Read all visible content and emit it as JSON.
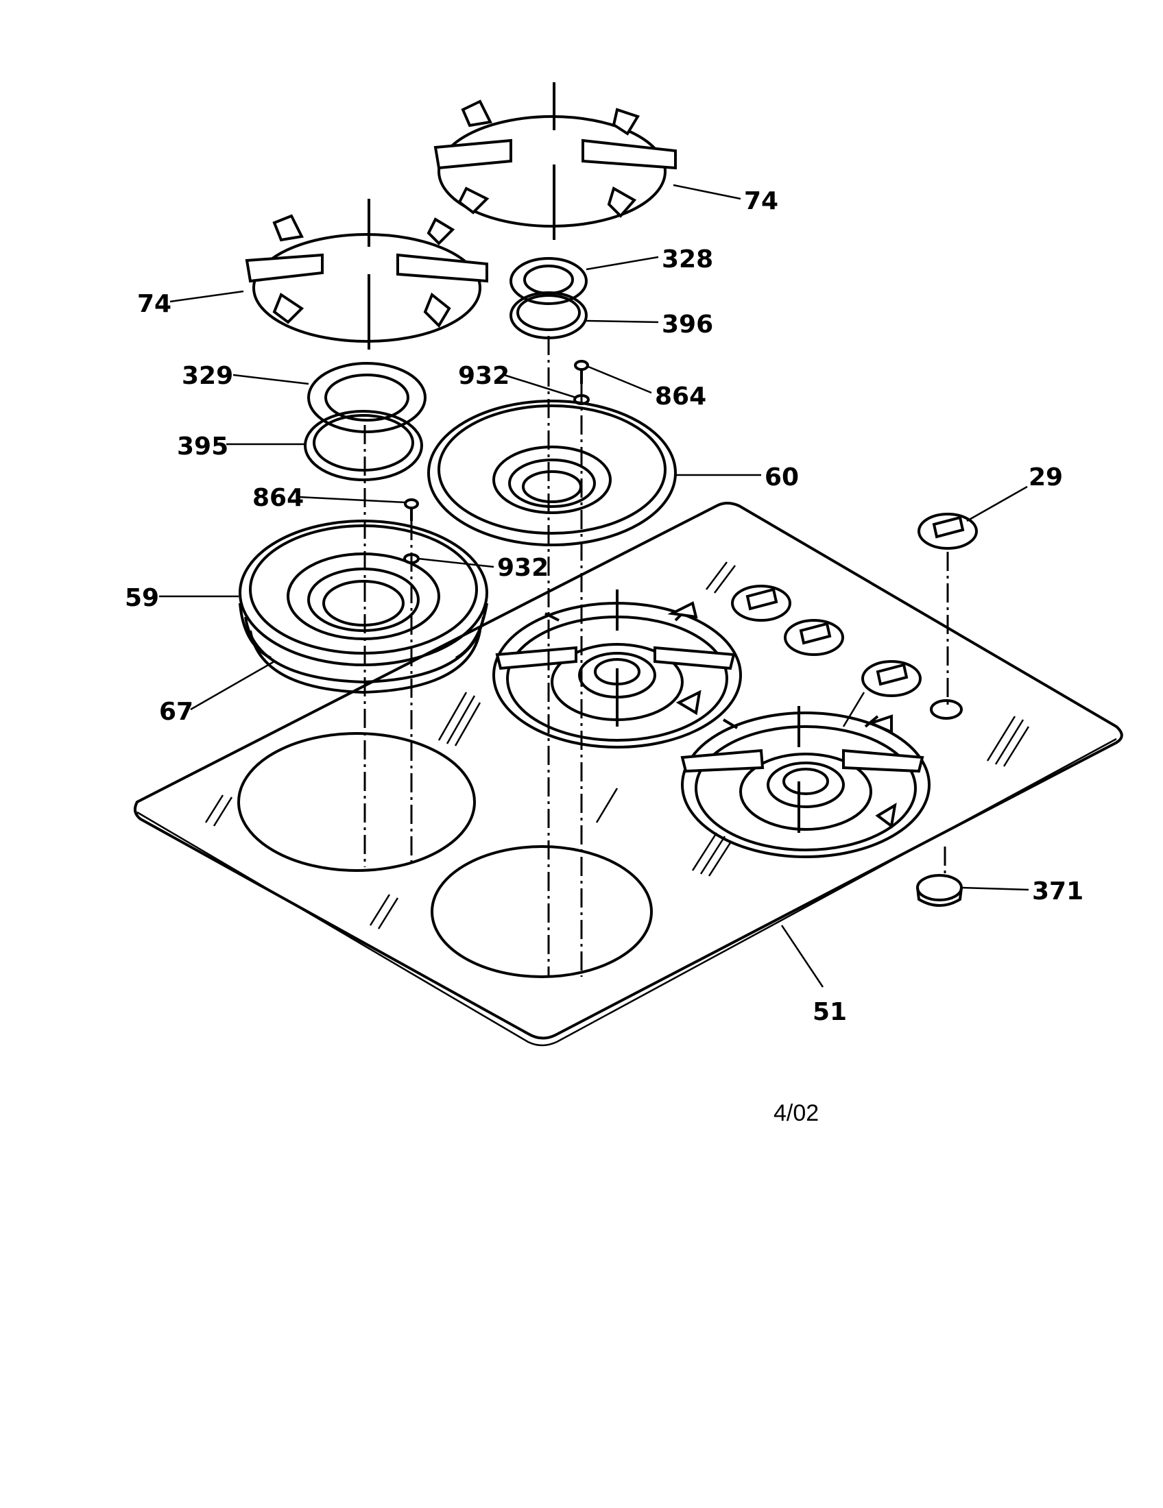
{
  "callouts": [
    {
      "id": "c74a",
      "text": "74"
    },
    {
      "id": "c74b",
      "text": "74"
    },
    {
      "id": "c328",
      "text": "328"
    },
    {
      "id": "c396",
      "text": "396"
    },
    {
      "id": "c329",
      "text": "329"
    },
    {
      "id": "c932a",
      "text": "932"
    },
    {
      "id": "c864a",
      "text": "864"
    },
    {
      "id": "c395",
      "text": "395"
    },
    {
      "id": "c60",
      "text": "60"
    },
    {
      "id": "c29",
      "text": "29"
    },
    {
      "id": "c864b",
      "text": "864"
    },
    {
      "id": "c932b",
      "text": "932"
    },
    {
      "id": "c59",
      "text": "59"
    },
    {
      "id": "c67",
      "text": "67"
    },
    {
      "id": "c371",
      "text": "371"
    },
    {
      "id": "c51",
      "text": "51"
    }
  ],
  "date": "4/02"
}
